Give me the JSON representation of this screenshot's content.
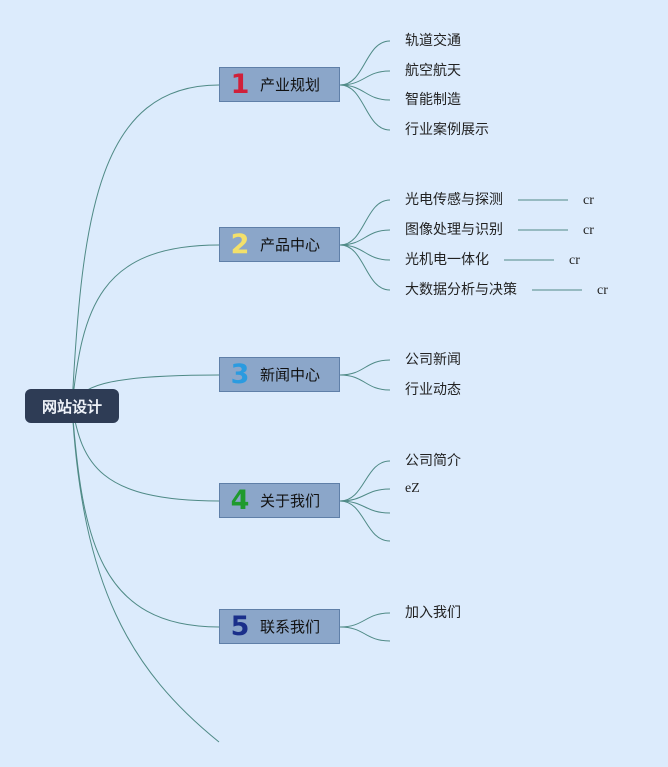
{
  "root": {
    "label": "网站设计"
  },
  "colors": {
    "line": "#4f8a86",
    "branch_bg": "#8ba6c9",
    "root_bg": "#2e3c55",
    "background": "#dcebfc"
  },
  "branches": [
    {
      "number": "1",
      "number_color": "#d0203a",
      "label": "产业规划",
      "children": [
        {
          "label": "轨道交通"
        },
        {
          "label": "航空航天"
        },
        {
          "label": "智能制造"
        },
        {
          "label": "行业案例展示"
        }
      ]
    },
    {
      "number": "2",
      "number_color": "#f3e06a",
      "label": "产品中心",
      "children": [
        {
          "label": "光电传感与探测",
          "note": "cr"
        },
        {
          "label": "图像处理与识别",
          "note": "cr"
        },
        {
          "label": "光机电一体化",
          "note": "cr"
        },
        {
          "label": "大数据分析与决策",
          "note": "cr"
        }
      ]
    },
    {
      "number": "3",
      "number_color": "#2b9be0",
      "label": "新闻中心",
      "children": [
        {
          "label": "公司新闻"
        },
        {
          "label": "行业动态"
        }
      ]
    },
    {
      "number": "4",
      "number_color": "#1f9a2e",
      "label": "关于我们",
      "children": [
        {
          "label": "公司简介"
        },
        {
          "label": "eZ"
        },
        {
          "label": ""
        },
        {
          "label": ""
        }
      ]
    },
    {
      "number": "5",
      "number_color": "#1a2f8a",
      "label": "联系我们",
      "children": [
        {
          "label": "加入我们"
        },
        {
          "label": ""
        }
      ]
    }
  ]
}
